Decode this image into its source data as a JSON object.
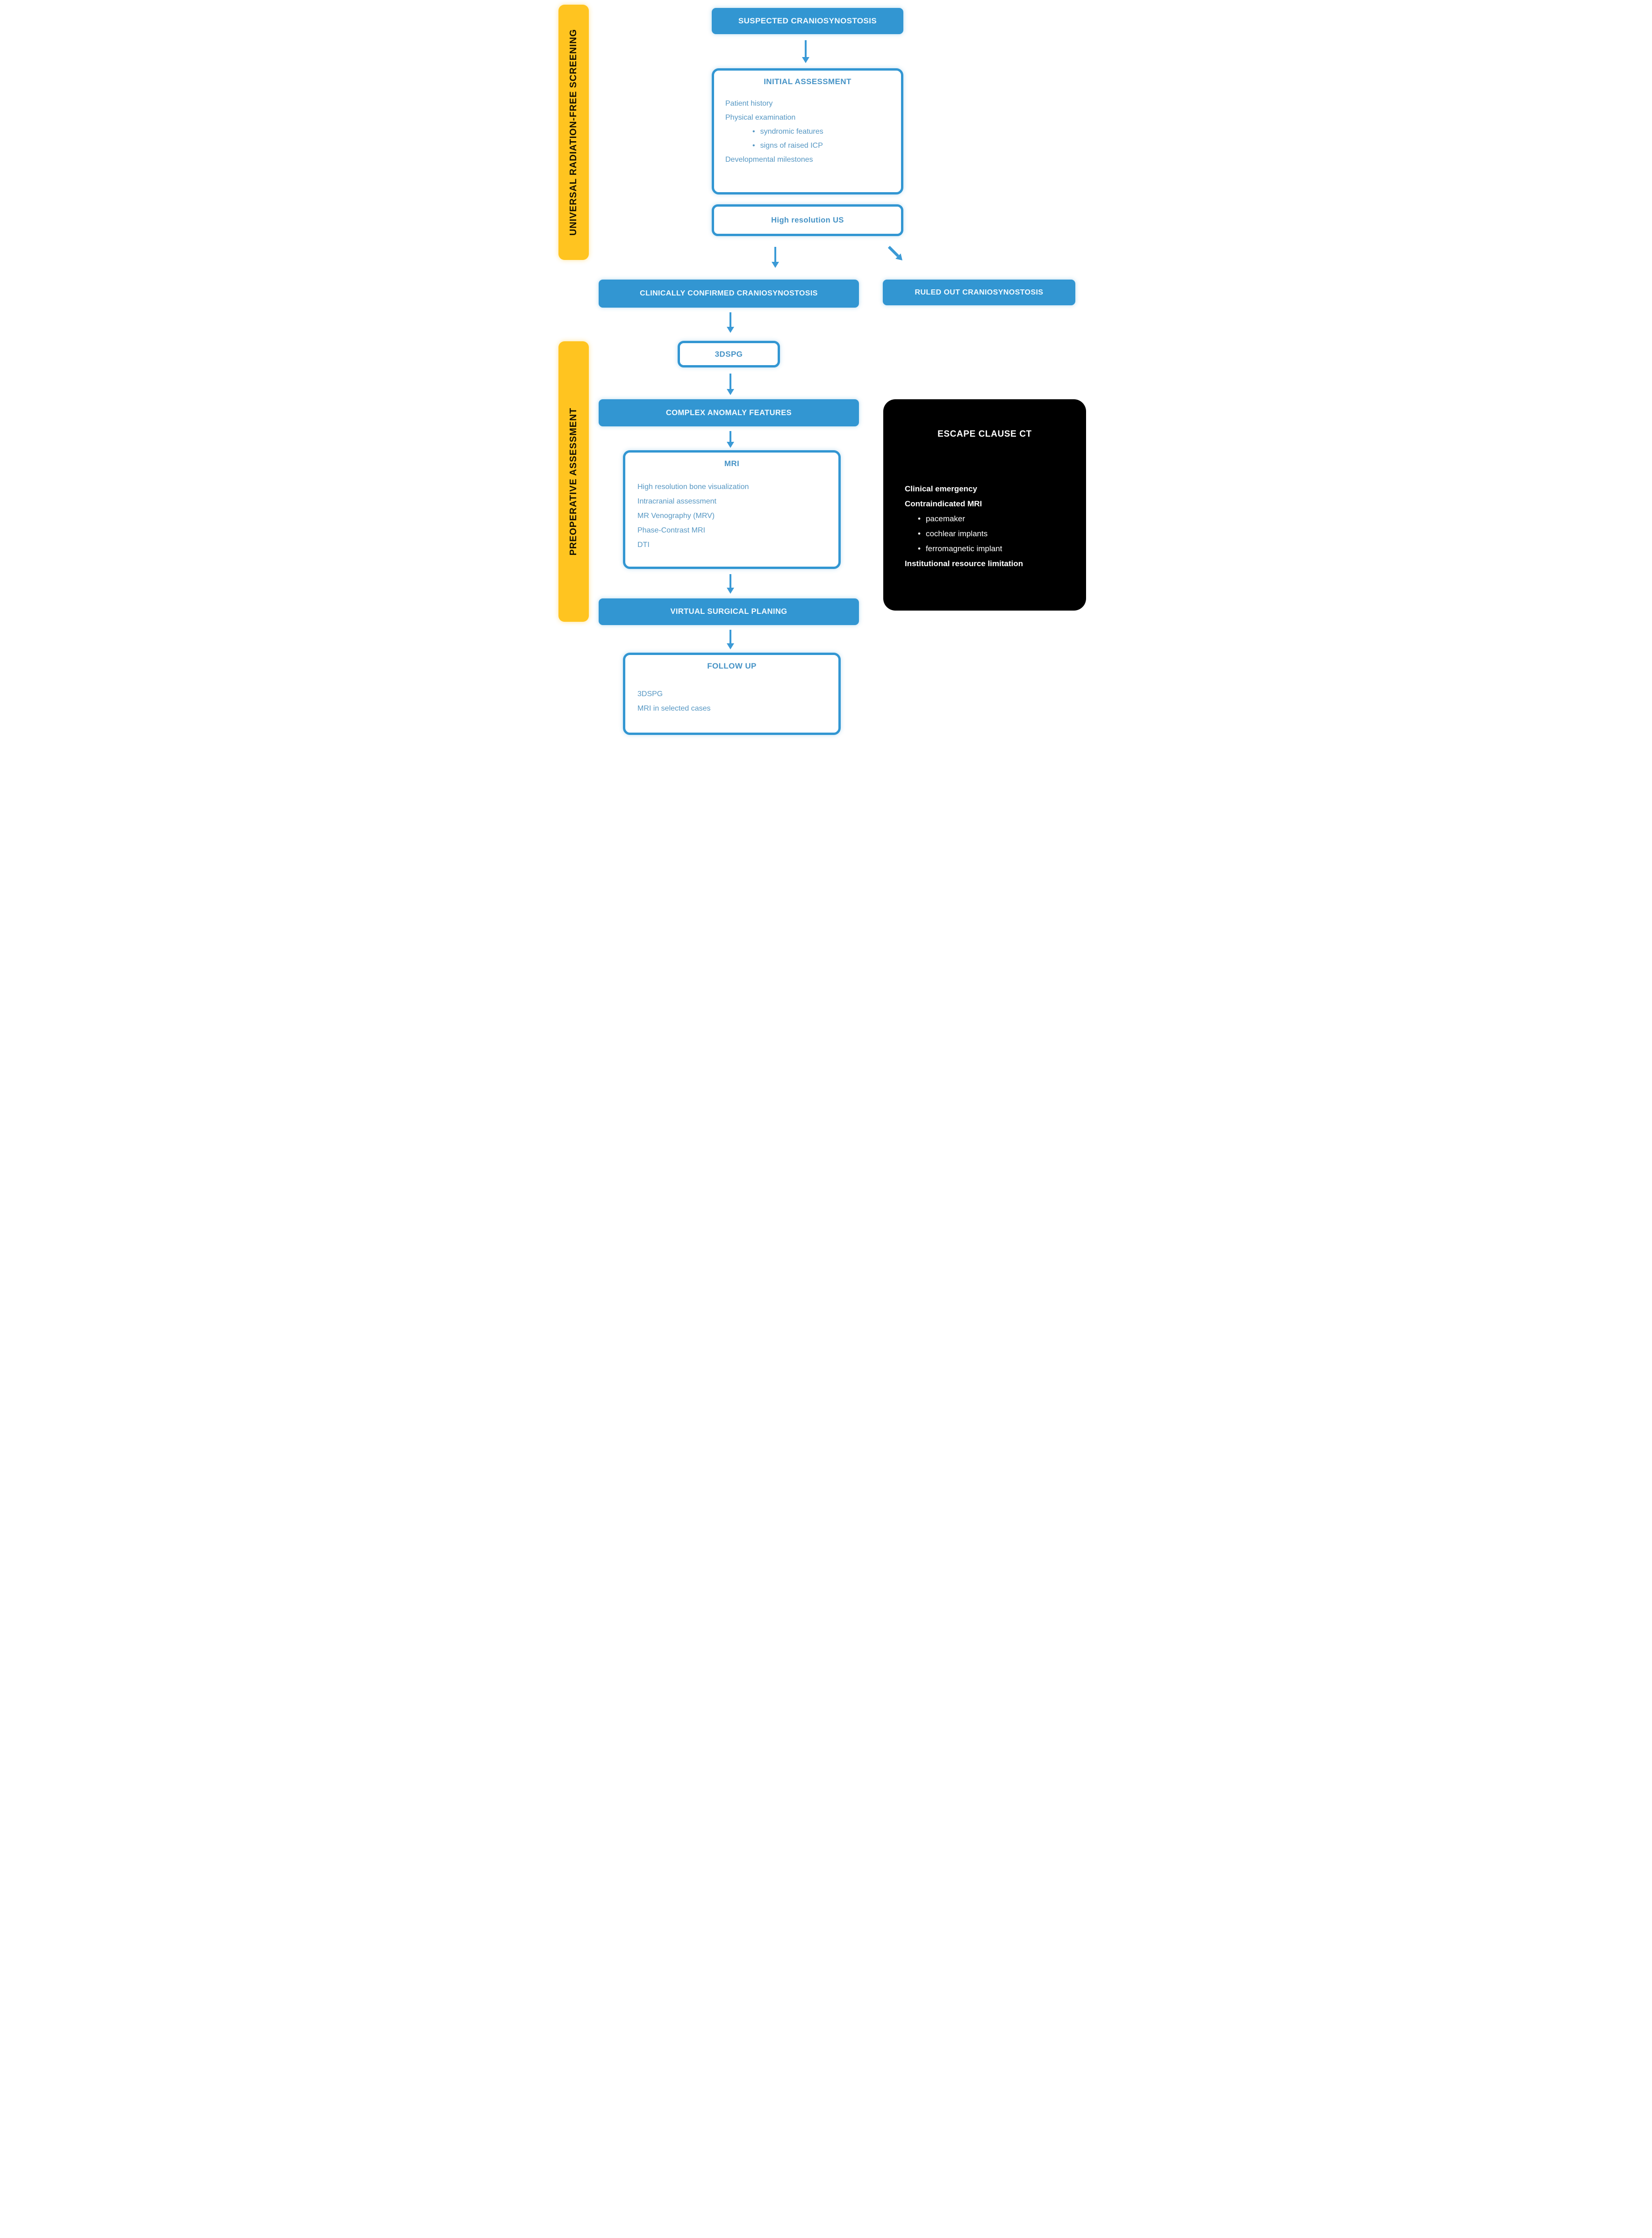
{
  "palette": {
    "box_blue": "#3296D2",
    "arrow_blue": "#3B9AD6",
    "heading_text_blue": "#4693C6",
    "body_text_blue": "#5697C3",
    "band_yellow": "#FFC420",
    "escape_box_black": "#000000",
    "box_text_white": "#F2FAFF"
  },
  "sidebars": {
    "screening": "UNIVERSAL RADIATION-FREE SCREENING",
    "preoperative": "PREOPERATIVE ASSESSMENT"
  },
  "nodes": {
    "suspected": "SUSPECTED CRANIOSYNOSTOSIS",
    "initial_assessment": {
      "title": "INITIAL ASSESSMENT",
      "lines": [
        "Patient history",
        "Physical examination"
      ],
      "bullets": [
        "syndromic features",
        "signs of raised ICP"
      ],
      "last_line": "Developmental milestones"
    },
    "high_res_us": "High resolution US",
    "confirmed": "CLINICALLY CONFIRMED CRANIOSYNOSTOSIS",
    "ruled_out": "RULED OUT CRANIOSYNOSTOSIS",
    "dspg": "3DSPG",
    "complex_anomaly": "COMPLEX ANOMALY FEATURES",
    "mri": {
      "title": "MRI",
      "lines": [
        "High resolution bone visualization",
        "Intracranial assessment",
        "MR Venography (MRV)",
        "Phase-Contrast MRI",
        "DTI"
      ]
    },
    "virtual_surgical_planning": "VIRTUAL SURGICAL PLANING",
    "follow_up": {
      "title": "FOLLOW UP",
      "lines": [
        "3DSPG",
        "MRI in selected cases"
      ]
    },
    "escape_clause": {
      "title": "ESCAPE CLAUSE CT",
      "lines": [
        "Clinical emergency",
        "Contraindicated MRI"
      ],
      "bullets": [
        "pacemaker",
        "cochlear implants",
        "ferromagnetic implant"
      ],
      "last_line": "Institutional resource limitation"
    }
  }
}
